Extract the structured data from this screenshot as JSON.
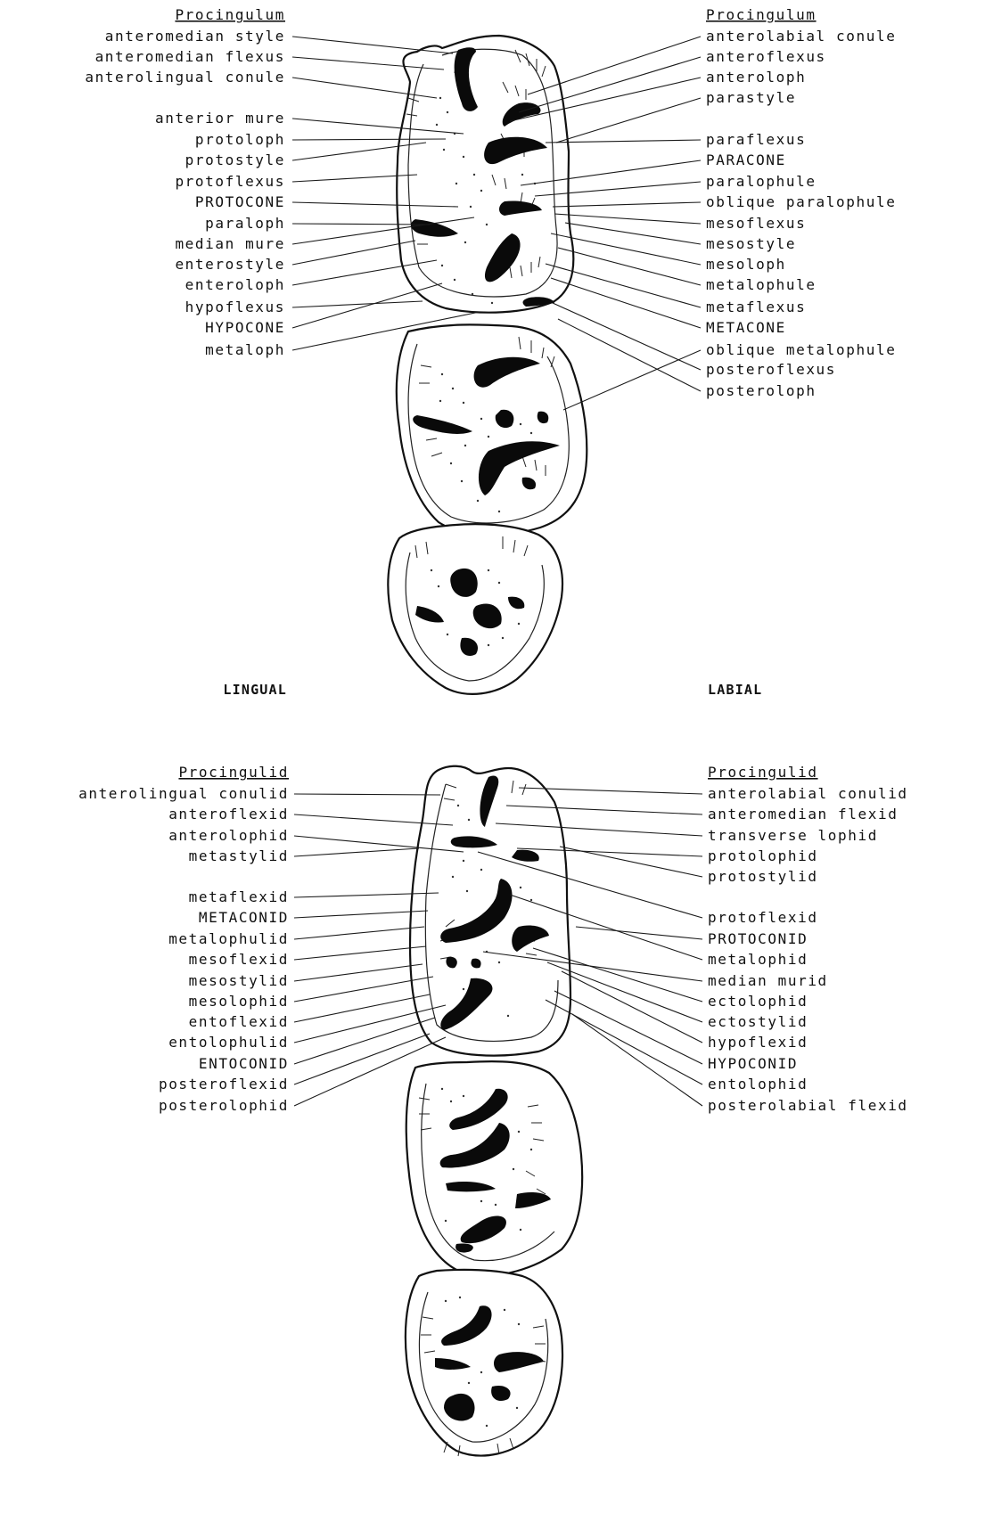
{
  "upper": {
    "lingual_header": "Procingulum",
    "labial_header": "Procingulum",
    "lingual_labels": [
      "anteromedian style",
      "anteromedian flexus",
      "anterolingual conule",
      "anterior mure",
      "protoloph",
      "protostyle",
      "protoflexus",
      "PROTOCONE",
      "paraloph",
      "median mure",
      "enterostyle",
      "enteroloph",
      "hypoflexus",
      "HYPOCONE",
      "metaloph"
    ],
    "labial_labels": [
      "anterolabial conule",
      "anteroflexus",
      "anteroloph",
      "parastyle",
      "paraflexus",
      "PARACONE",
      "paralophule",
      "oblique paralophule",
      "mesoflexus",
      "mesostyle",
      "mesoloph",
      "metalophule",
      "metaflexus",
      "METACONE",
      "oblique metalophule",
      "posteroflexus",
      "posteroloph"
    ],
    "side_lingual": "LINGUAL",
    "side_labial": "LABIAL"
  },
  "lower": {
    "lingual_header": "Procingulid",
    "labial_header": "Procingulid",
    "lingual_labels": [
      "anterolingual conulid",
      "anteroflexid",
      "anterolophid",
      "metastylid",
      "metaflexid",
      "METACONID",
      "metalophulid",
      "mesoflexid",
      "mesostylid",
      "mesolophid",
      "entoflexid",
      "entolophulid",
      "ENTOCONID",
      "posteroflexid",
      "posterolophid"
    ],
    "labial_labels": [
      "anterolabial conulid",
      "anteromedian flexid",
      "transverse lophid",
      "protolophid",
      "protostylid",
      "protoflexid",
      "PROTOCONID",
      "metalophid",
      "median murid",
      "ectolophid",
      "ectostylid",
      "hypoflexid",
      "HYPOCONID",
      "entolophid",
      "posterolabial flexid"
    ]
  }
}
